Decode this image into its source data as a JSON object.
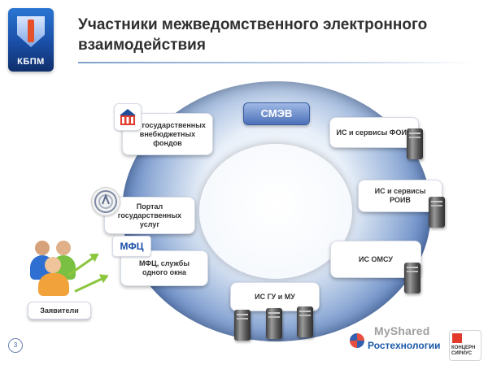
{
  "header": {
    "logo_text": "КБПМ",
    "title": "Участники межведомственного электронного взаимодействия"
  },
  "diagram": {
    "center_label": "СМЭВ",
    "nodes": {
      "is_funds": "ИС государственных внебюджетных фондов",
      "portal": "Портал государственных услуг",
      "mfc": "МФЦ, службы одного окна",
      "is_gu_mu": "ИС ГУ и МУ",
      "is_foiv": "ИС и сервисы ФОИВ",
      "is_roiv": "ИС и сервисы РОИВ",
      "is_omsu": "ИС ОМСУ"
    },
    "applicants_label": "Заявители",
    "mfc_logo_text": "МФЦ"
  },
  "footer": {
    "page_number": "3",
    "rostech": "Ростехнологии",
    "myshared": "MyShared",
    "concern": "КОНЦЕРН СИРИУС"
  },
  "colors": {
    "ring_dark": "#2f4f8f",
    "ring_light": "#a6bddf",
    "arrow_green": "#8cc63f",
    "title_text": "#2f2f2f"
  },
  "icons": {
    "server": "server-icon",
    "applicants": "people-icon",
    "portal": "portal-icon",
    "funds": "building-icon"
  }
}
